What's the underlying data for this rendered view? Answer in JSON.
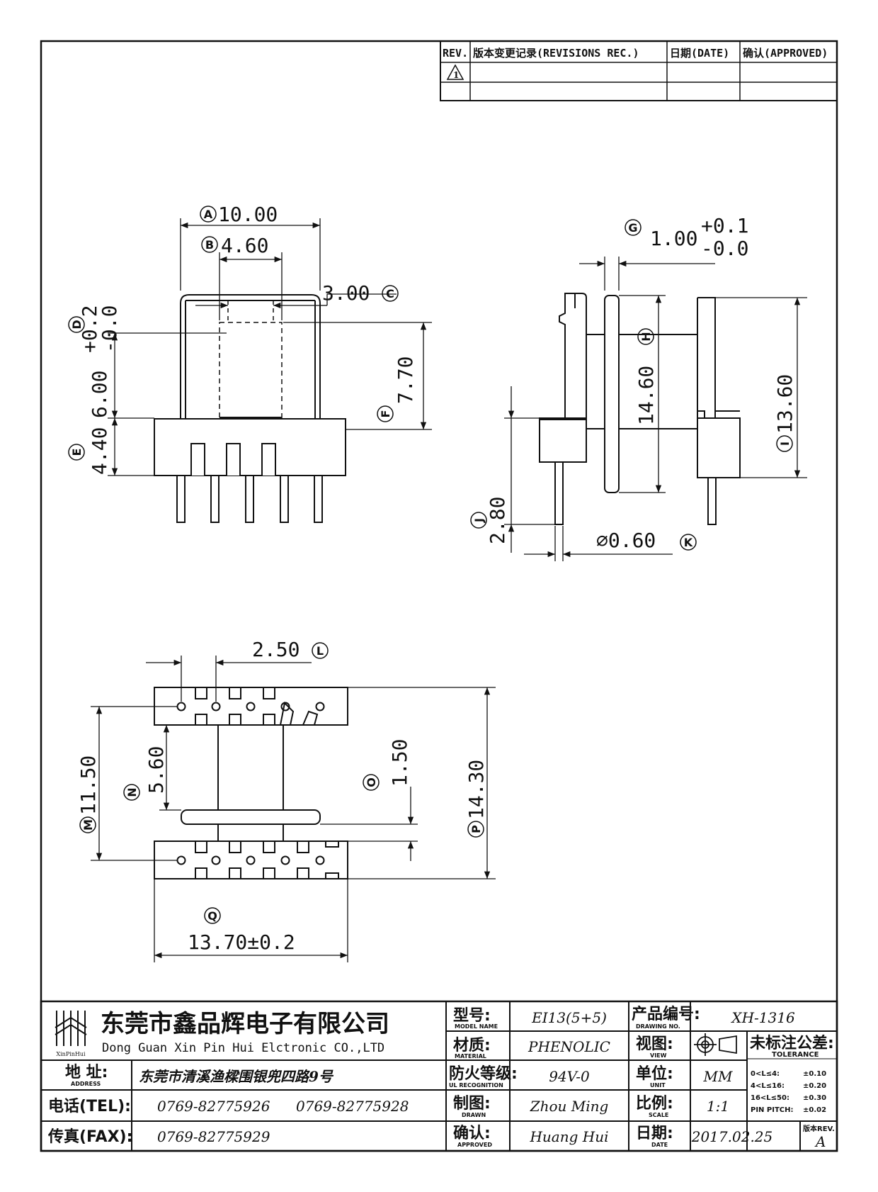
{
  "revision_block": {
    "headers": [
      "REV.",
      "版本变更记录(REVISIONS REC.)",
      "日期(DATE)",
      "确认(APPROVED)"
    ],
    "rev_mark": "1"
  },
  "dimensions": {
    "A": {
      "letter": "A",
      "value": "10.00"
    },
    "B": {
      "letter": "B",
      "value": "4.60"
    },
    "C": {
      "letter": "C",
      "value": "3.00"
    },
    "D": {
      "letter": "D",
      "value": "6.00",
      "tol_plus": "+0.2",
      "tol_minus": "-0.0"
    },
    "E": {
      "letter": "E",
      "value": "4.40"
    },
    "F": {
      "letter": "F",
      "value": "7.70"
    },
    "G": {
      "letter": "G",
      "value": "1.00",
      "tol_plus": "+0.1",
      "tol_minus": "-0.0"
    },
    "H": {
      "letter": "H",
      "value": "14.60"
    },
    "I": {
      "letter": "I",
      "value": "13.60"
    },
    "J": {
      "letter": "J",
      "value": "2.80"
    },
    "K": {
      "letter": "K",
      "value": "⌀0.60"
    },
    "L": {
      "letter": "L",
      "value": "2.50"
    },
    "M": {
      "letter": "M",
      "value": "11.50"
    },
    "N": {
      "letter": "N",
      "value": "5.60"
    },
    "O": {
      "letter": "O",
      "value": "1.50"
    },
    "P": {
      "letter": "P",
      "value": "14.30"
    },
    "Q": {
      "letter": "Q",
      "value": "13.70±0.2"
    }
  },
  "title_block": {
    "logo_text": "XinPinHui",
    "company_cn": "东莞市鑫品辉电子有限公司",
    "company_en": "Dong Guan Xin Pin Hui Elctronic CO.,LTD",
    "address_label": "地 址:",
    "address_sub": "ADDRESS",
    "address_value": "东莞市清溪渔樑围银兜四路9号",
    "tel_label": "电话(TEL):",
    "tel_1": "0769-82775926",
    "tel_2": "0769-82775928",
    "fax_label": "传真(FAX):",
    "fax_value": "0769-82775929",
    "model_label": "型号:",
    "model_sub": "MODEL NAME",
    "model_value": "EI13(5+5)",
    "material_label": "材质:",
    "material_sub": "MATERIAL",
    "material_value": "PHENOLIC",
    "ul_label": "防火等级:",
    "ul_sub": "UL RECOGNITION",
    "ul_value": "94V-0",
    "drawn_label": "制图:",
    "drawn_sub": "DRAWN",
    "drawn_value": "Zhou Ming",
    "approved_label": "确认:",
    "approved_sub": "APPROVED",
    "approved_value": "Huang Hui",
    "drawing_no_label": "产品编号:",
    "drawing_no_sub": "DRAWING NO.",
    "drawing_no_value": "XH-1316",
    "view_label": "视图:",
    "view_sub": "VIEW",
    "unit_label": "单位:",
    "unit_sub": "UNIT",
    "unit_value": "MM",
    "scale_label": "比例:",
    "scale_sub": "SCALE",
    "scale_value": "1:1",
    "date_label": "日期:",
    "date_sub": "DATE",
    "date_value": "2017.02.25",
    "tolerance_label": "未标注公差:",
    "tolerance_sub": "TOLERANCE",
    "tolerance_rows": [
      {
        "range": "0<L≤4:",
        "tol": "±0.10"
      },
      {
        "range": "4<L≤16:",
        "tol": "±0.20"
      },
      {
        "range": "16<L≤50:",
        "tol": "±0.30"
      },
      {
        "range": "PIN PITCH:",
        "tol": "±0.02"
      }
    ],
    "rev_label": "版本REV.",
    "rev_value": "A"
  }
}
